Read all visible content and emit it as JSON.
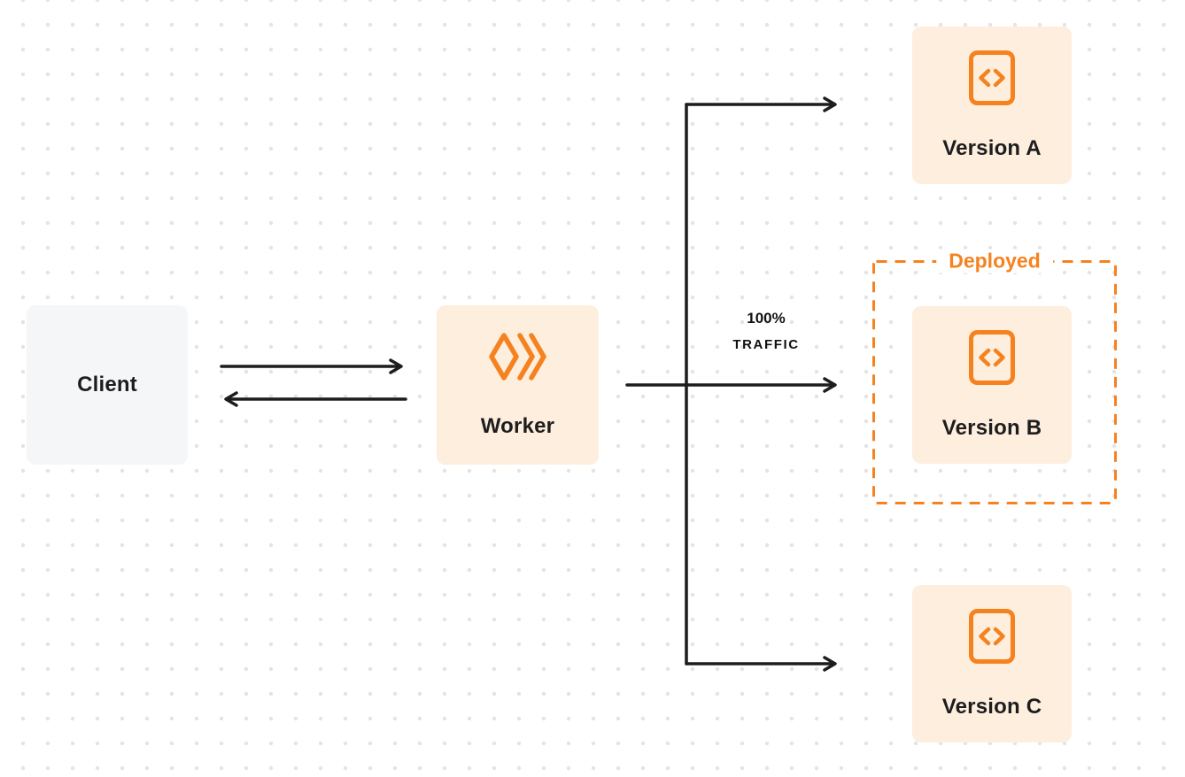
{
  "colors": {
    "accent_orange": "#f6821f",
    "node_peach": "#fdeedd",
    "client_gray": "#f5f6f8",
    "arrow_ink": "#1d1d1f",
    "dot_grid": "#e4e4e7"
  },
  "nodes": {
    "client": {
      "label": "Client"
    },
    "worker": {
      "label": "Worker"
    },
    "version_a": {
      "label": "Version A"
    },
    "version_b": {
      "label": "Version B"
    },
    "version_c": {
      "label": "Version C"
    }
  },
  "annotations": {
    "traffic_line1": "100%",
    "traffic_line2": "TRAFFIC",
    "deployed": "Deployed"
  },
  "icons": {
    "worker_icon": "workers-logo-icon",
    "version_icon": "code-brackets-icon"
  }
}
